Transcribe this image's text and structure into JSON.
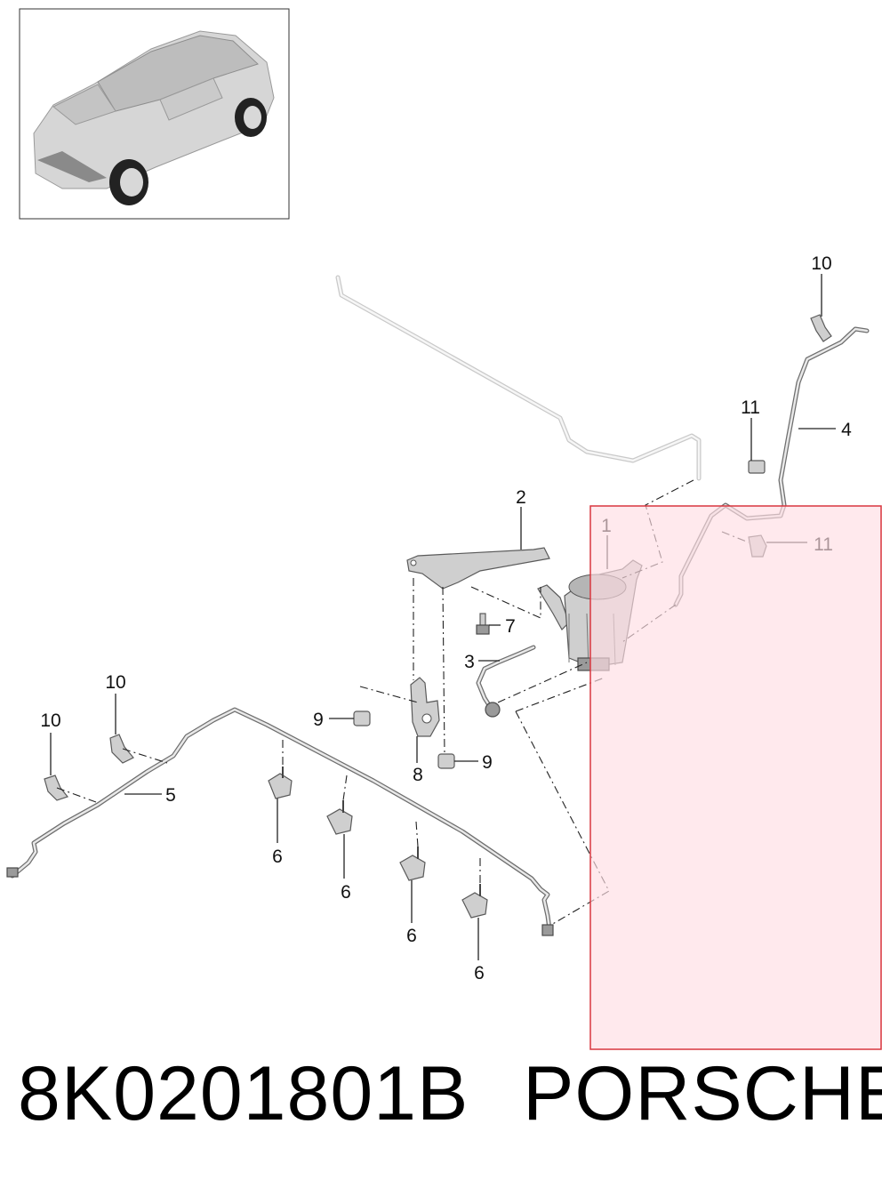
{
  "diagram": {
    "callouts": {
      "c1": "1",
      "c2": "2",
      "c3": "3",
      "c4": "4",
      "c5": "5",
      "c6a": "6",
      "c6b": "6",
      "c6c": "6",
      "c6d": "6",
      "c7": "7",
      "c8": "8",
      "c9a": "9",
      "c9b": "9",
      "c10a": "10",
      "c10b": "10",
      "c10c": "10",
      "c11a": "11",
      "c11b": "11"
    },
    "highlight_color": "#ffdde3",
    "highlight_border_color": "#d9363e"
  },
  "footer": {
    "part_number": "8K0201801B",
    "brand": "PORSCHE"
  }
}
